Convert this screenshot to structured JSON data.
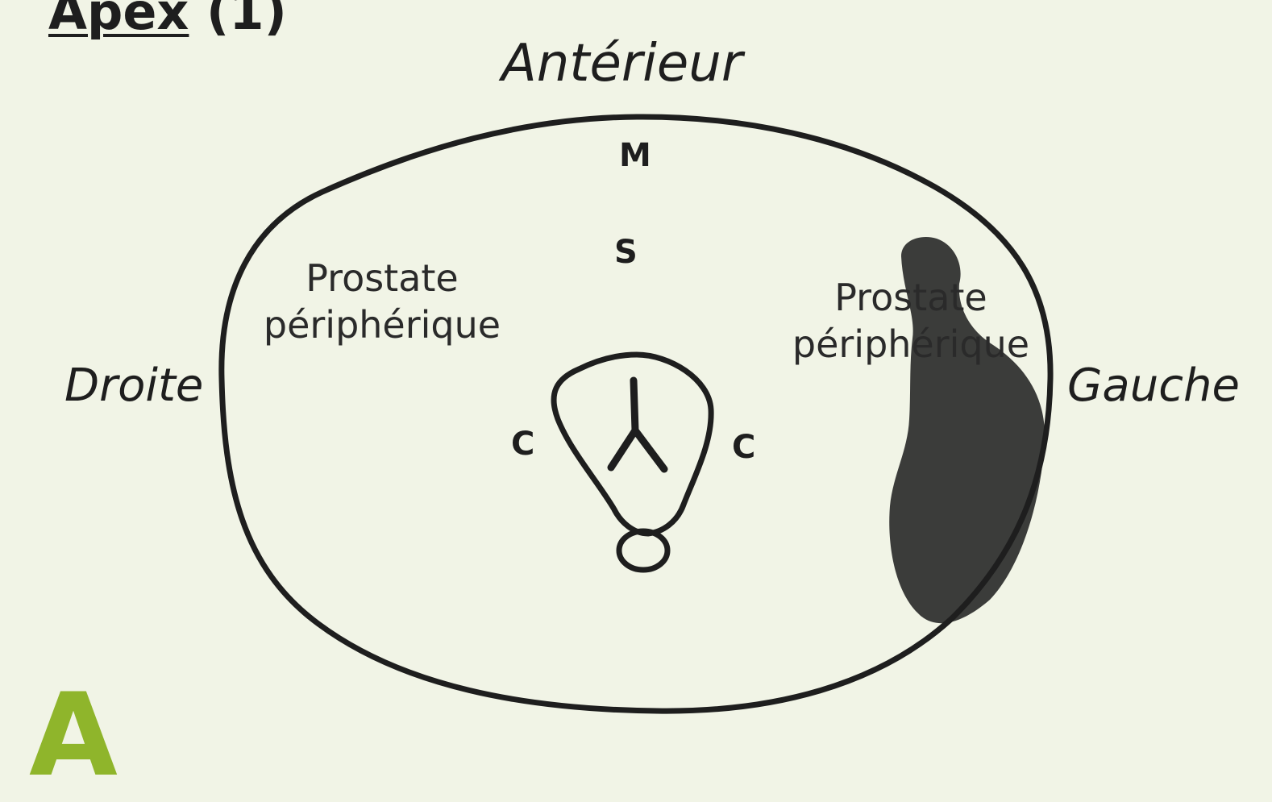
{
  "title": {
    "main": "Apex",
    "suffix": " (1)"
  },
  "orientation": {
    "anterior": "Antérieur",
    "right": "Droite",
    "left": "Gauche"
  },
  "zones": {
    "peripheral_right": {
      "line1": "Prostate",
      "line2": "périphérique"
    },
    "peripheral_left": {
      "line1": "Prostate",
      "line2": "périphérique"
    }
  },
  "markers": {
    "m": "M",
    "s": "S",
    "c_right": "C",
    "c_left": "C"
  },
  "panel_letter": "A",
  "colors": {
    "background": "#f1f4e6",
    "outline": "#1e1e1e",
    "lesion": "#2b2b2b",
    "panel_letter": "#8fb52b"
  }
}
